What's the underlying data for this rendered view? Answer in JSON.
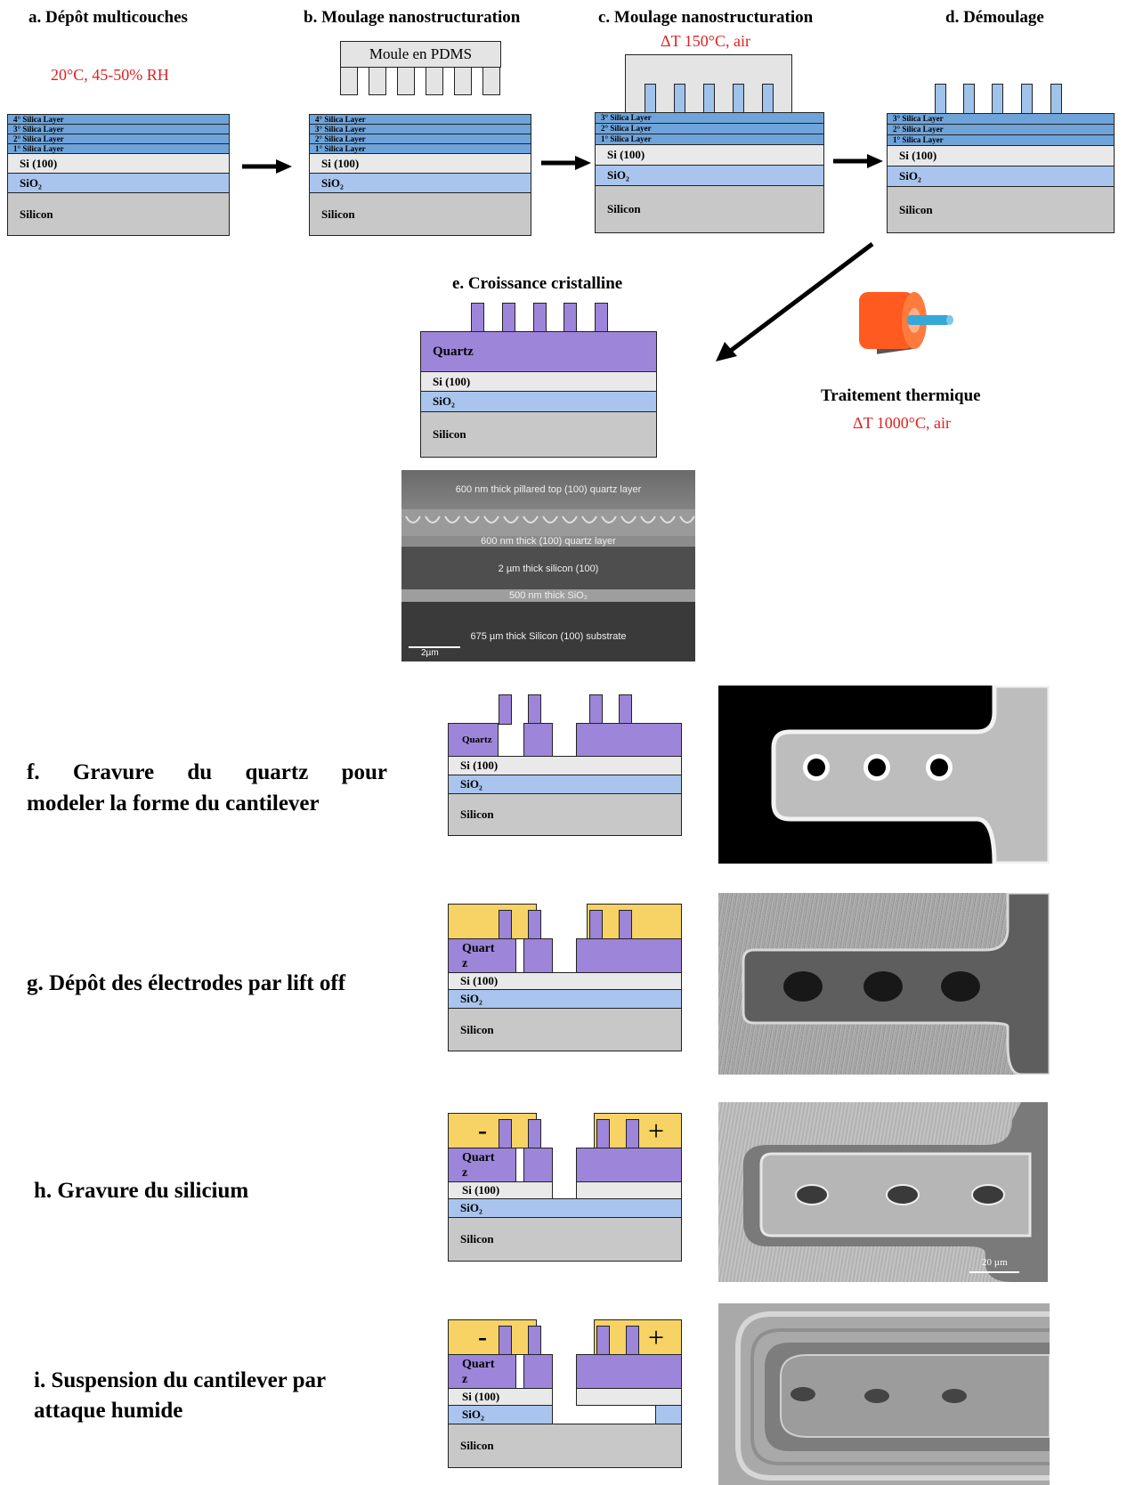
{
  "steps": {
    "a": {
      "title": "a. Dépôt multicouches",
      "condition": "20°C, 45-50% RH",
      "layers": [
        "4° Silica Layer",
        "3° Silica Layer",
        "2° Silica Layer",
        "1° Silica Layer",
        "Si (100)",
        "SiO₂",
        "Silicon"
      ]
    },
    "b": {
      "title": "b. Moulage nanostructuration",
      "mold_label": "Moule en PDMS",
      "layers": [
        "4° Silica Layer",
        "3° Silica Layer",
        "2° Silica Layer",
        "1° Silica Layer",
        "Si (100)",
        "SiO₂",
        "Silicon"
      ]
    },
    "c": {
      "title": "c. Moulage nanostructuration",
      "condition": "ΔT 150°C, air",
      "layers": [
        "3° Silica Layer",
        "2° Silica Layer",
        "1° Silica Layer",
        "Si (100)",
        "SiO₂",
        "Silicon"
      ]
    },
    "d": {
      "title": "d. Démoulage",
      "layers": [
        "3° Silica Layer",
        "2° Silica Layer",
        "1° Silica Layer",
        "Si (100)",
        "SiO₂",
        "Silicon"
      ]
    },
    "e": {
      "title": "e. Croissance cristalline",
      "layers": [
        "Quartz",
        "Si (100)",
        "SiO₂",
        "Silicon"
      ],
      "heat_label": "Traitement thermique",
      "heat_condition": "ΔT 1000°C, air",
      "sem_labels": [
        "600 nm thick pillared top (100) quartz layer",
        "600 nm thick (100) quartz layer",
        "2 µm thick silicon (100)",
        "500 nm thick SiO₂",
        "675 µm thick Silicon (100) substrate"
      ],
      "sem_scale": "2µm"
    },
    "f": {
      "label_line1": "f. Gravure du quartz pour",
      "label_line2": "modeler la forme du cantilever",
      "layers": [
        "Quartz",
        "Si (100)",
        "SiO₂",
        "Silicon"
      ]
    },
    "g": {
      "label": "g. Dépôt des électrodes par lift off",
      "layers": [
        "Quart",
        "z",
        "Si (100)",
        "SiO₂",
        "Silicon"
      ]
    },
    "h": {
      "label": "h. Gravure du silicium",
      "layers": [
        "Quart",
        "z",
        "Si (100)",
        "SiO₂",
        "Silicon"
      ],
      "minus": "-",
      "plus": "+",
      "sem_scale": "20 µm"
    },
    "i": {
      "label_line1": "i. Suspension du cantilever par",
      "label_line2": "attaque humide",
      "layers": [
        "Quart",
        "z",
        "Si (100)",
        "SiO₂",
        "Silicon"
      ],
      "minus": "-",
      "plus": "+"
    }
  },
  "colors": {
    "silica": "#6fa4da",
    "si100": "#e9e9e9",
    "sio2": "#a9c5ee",
    "silicon": "#c8c8c8",
    "quartz": "#9d85d9",
    "gold_electrode": "#f6d364",
    "condition_text": "#e02020"
  },
  "icons": {
    "arrow": "right-arrow-icon",
    "furnace": "furnace-icon"
  }
}
